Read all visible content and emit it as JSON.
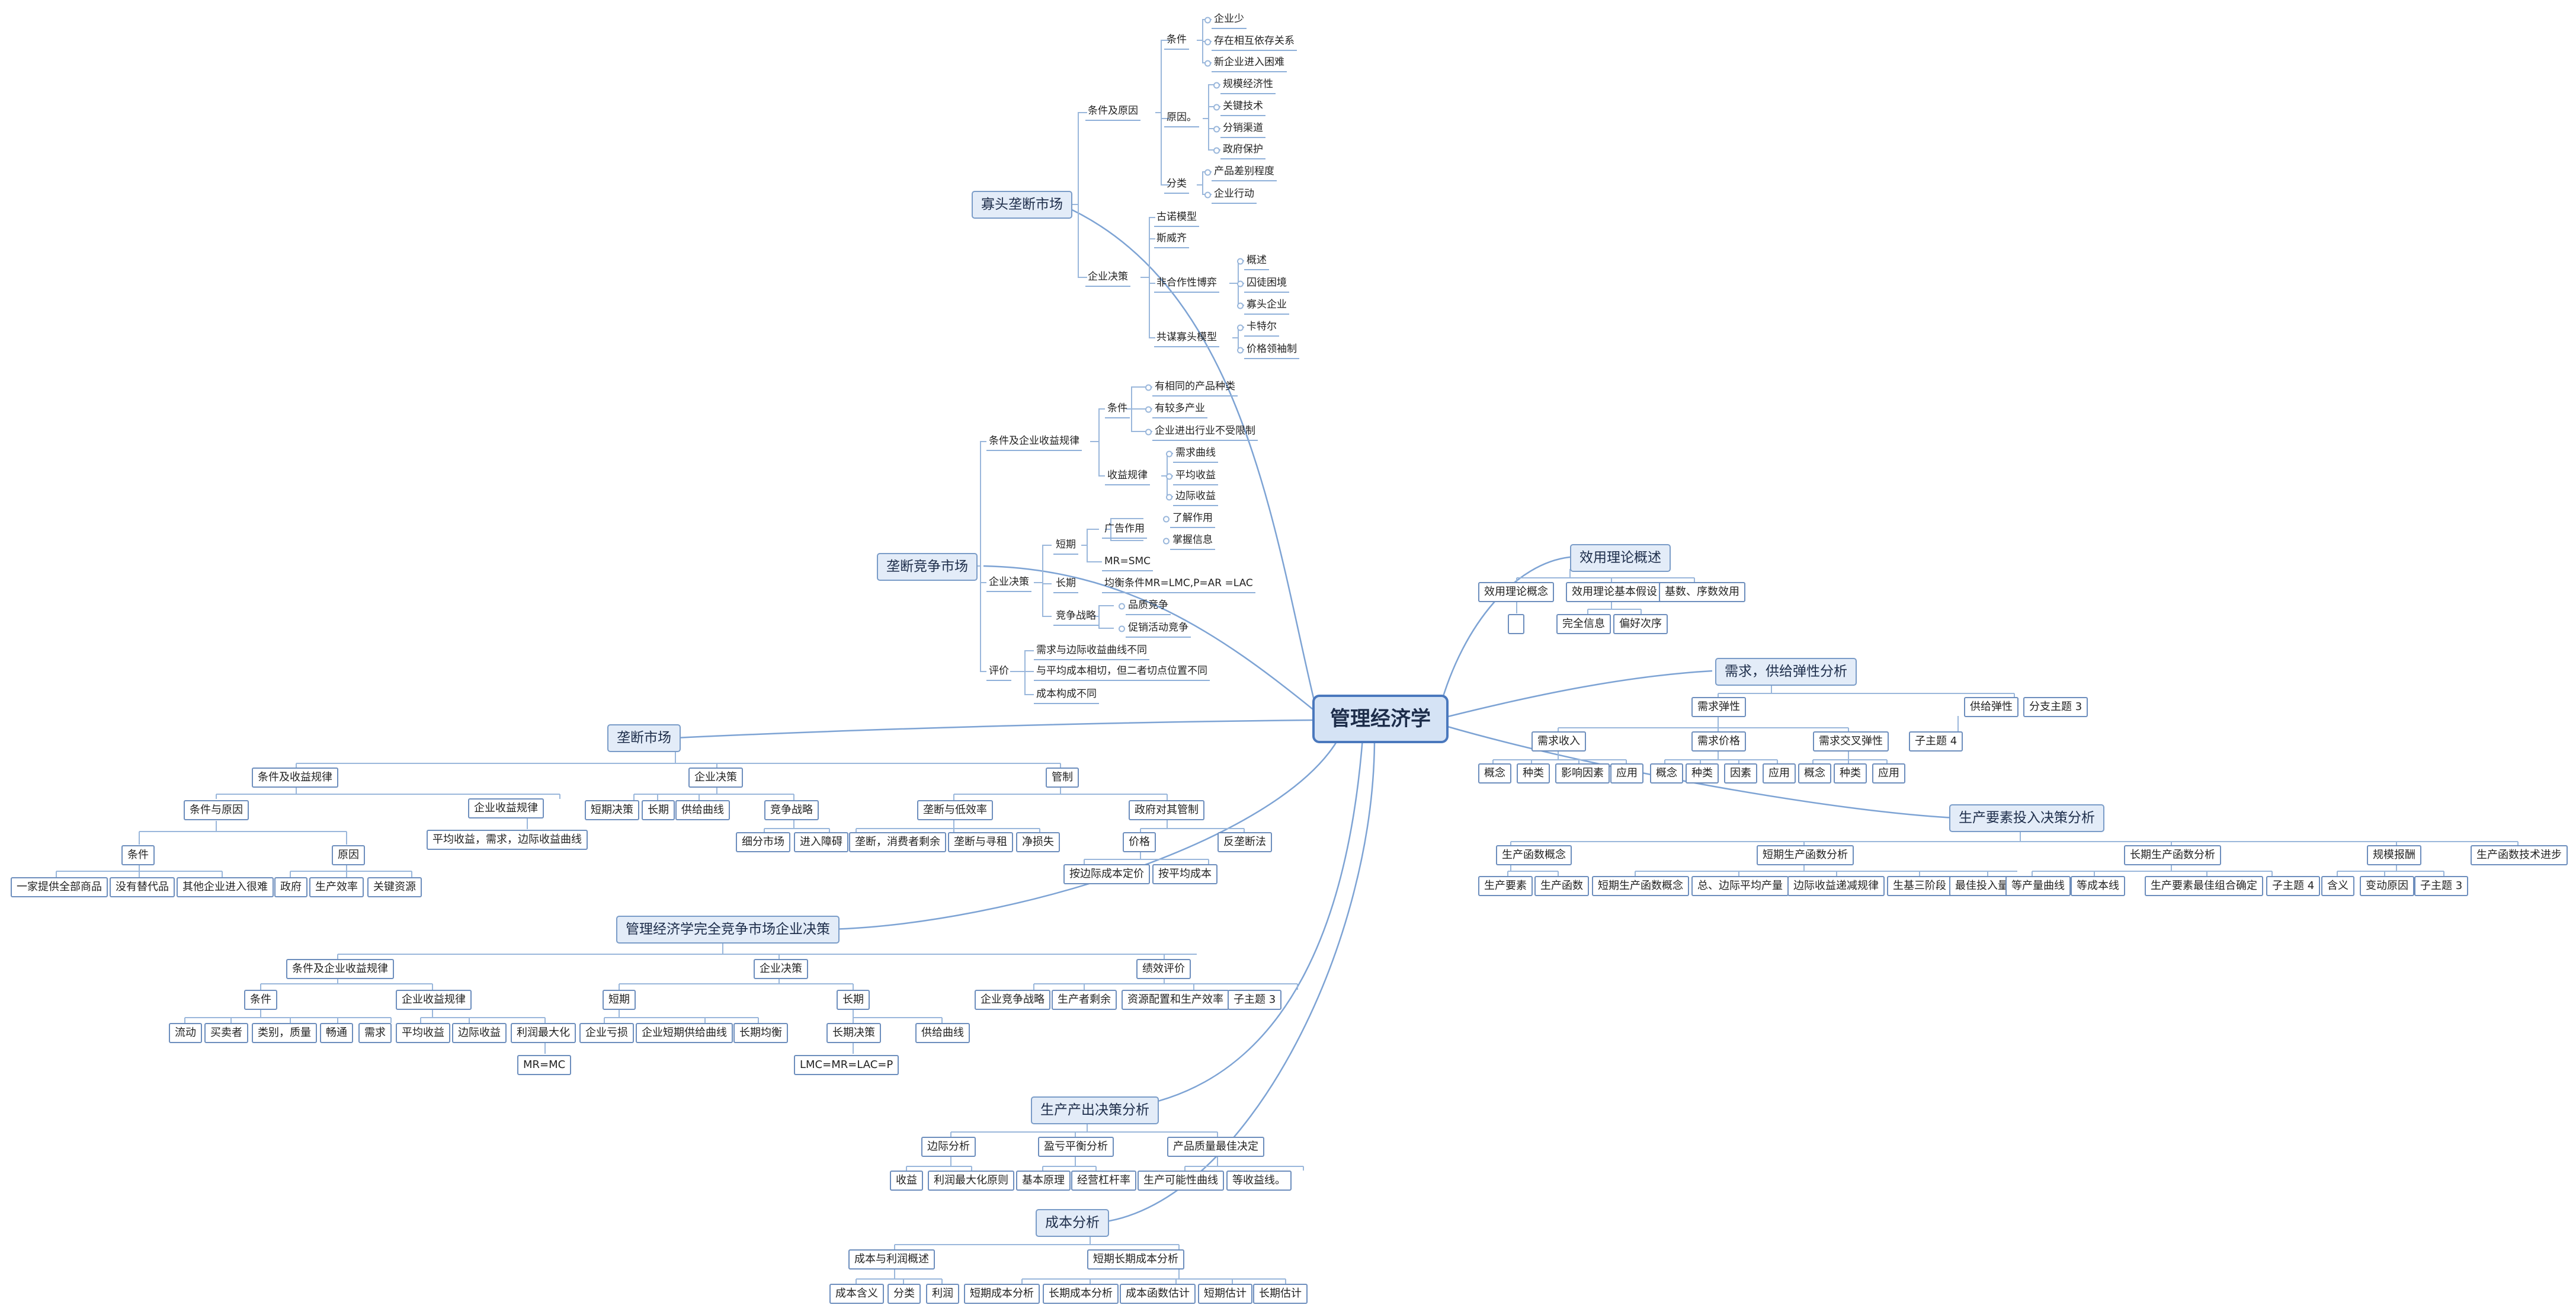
{
  "root": "管理经济学",
  "main": [
    "寡头垄断市场",
    "垄断竞争市场",
    "垄断市场",
    "管理经济学完全竞争市场企业决策",
    "生产产出决策分析",
    "成本分析",
    "效用理论概述",
    "需求，供给弹性分析",
    "生产要素投入决策分析"
  ],
  "olig": {
    "cond_reason": "条件及原因",
    "cond": "条件",
    "cond_items": [
      "企业少",
      "存在相互依存关系",
      "新企业进入困难"
    ],
    "reason": "原因。",
    "reason_items": [
      "规模经济性",
      "关键技术",
      "分销渠道",
      "政府保护"
    ],
    "classify": "分类",
    "classify_items": [
      "产品差别程度",
      "企业行动"
    ],
    "decision": "企业决策",
    "cournot": "古诺模型",
    "sweezy": "斯威齐",
    "noncoop": "非合作性博弈",
    "noncoop_items": [
      "概述",
      "囚徒困境",
      "寡头企业"
    ],
    "collusion": "共谋寡头模型",
    "collusion_items": [
      "卡特尔",
      "价格领袖制"
    ]
  },
  "monocomp": {
    "cond_rev": "条件及企业收益规律",
    "cond": "条件",
    "cond_items": [
      "有相同的产品种类",
      "有较多产业",
      "企业进出行业不受限制"
    ],
    "rev_rule": "收益规律",
    "rev_items": [
      "需求曲线",
      "平均收益",
      "边际收益"
    ],
    "decision": "企业决策",
    "short": "短期",
    "ad": "广告作用",
    "ad_items": [
      "了解作用",
      "掌握信息"
    ],
    "mr_smc": "MR=SMC",
    "long": "长期",
    "long_eq": "均衡条件MR=LMC,P=AR =LAC",
    "strategy": "竞争战略",
    "strategy_items": [
      "品质竞争",
      "促销活动竞争"
    ],
    "eval": "评价",
    "eval_items": [
      "需求与边际收益曲线不同",
      "与平均成本相切，但二者切点位置不同",
      "成本构成不同"
    ]
  },
  "mono": {
    "cond_rev": "条件及收益规律",
    "cond_reason": "条件与原因",
    "cond": "条件",
    "cond_items": [
      "一家提供全部商品",
      "没有替代品",
      "其他企业进入很难"
    ],
    "reason": "原因",
    "reason_items": [
      "政府",
      "生产效率",
      "关键资源"
    ],
    "rev_rule": "企业收益规律",
    "rev_items": [
      "平均收益，需求，边际收益曲线"
    ],
    "decision": "企业决策",
    "decision_items": [
      "短期决策",
      "长期",
      "供给曲线"
    ],
    "strategy": "竞争战略",
    "strategy_items": [
      "细分市场",
      "进入障碍"
    ],
    "efficiency": "垄断与低效率",
    "efficiency_items": [
      "垄断，消费者剩余",
      "垄断与寻租",
      "净损失"
    ],
    "regulate": "管制",
    "gov": "政府对其管制",
    "gov_items": [
      "价格",
      "反垄断法"
    ],
    "price_items": [
      "按边际成本定价",
      "按平均成本"
    ]
  },
  "perfect": {
    "cond_rev": "条件及企业收益规律",
    "cond": "条件",
    "cond_items": [
      "流动",
      "买卖者",
      "类别，质量",
      "畅通",
      "需求"
    ],
    "rev_rule": "企业收益规律",
    "rev_items": [
      "平均收益",
      "边际收益",
      "利润最大化"
    ],
    "mr_mc": "MR=MC",
    "decision": "企业决策",
    "short": "短期",
    "short_items": [
      "企业亏损",
      "企业短期供给曲线",
      "长期均衡"
    ],
    "long": "长期",
    "long_decision": "长期决策",
    "supply": "供给曲线",
    "lmc": "LMC=MR=LAC=P",
    "perf_eval": "绩效评价",
    "perf_items": [
      "企业竞争战略",
      "生产者剩余",
      "资源配置和生产效率",
      "子主题 3"
    ]
  },
  "prod": {
    "marginal": "边际分析",
    "marginal_items": [
      "收益",
      "利润最大化原则"
    ],
    "breakeven": "盈亏平衡分析",
    "breakeven_items": [
      "基本原理",
      "经营杠杆率"
    ],
    "optimal": "产品质量最佳决定",
    "optimal_items": [
      "生产可能性曲线",
      "等收益线。"
    ]
  },
  "cost": {
    "overview": "成本与利润概述",
    "overview_items": [
      "成本含义",
      "分类",
      "利润"
    ],
    "sl": "短期长期成本分析",
    "sl_items": [
      "短期成本分析",
      "长期成本分析",
      "成本函数估计",
      "短期估计",
      "长期估计"
    ]
  },
  "utility": {
    "concept": "效用理论概念",
    "basic": "效用理论基本假设",
    "basic_items": [
      "完全信息",
      "偏好次序"
    ],
    "cardinal": "基数、序数效用",
    "empty": ""
  },
  "demand": {
    "demand_elastic": "需求弹性",
    "supply_elastic": "供给弹性",
    "sub3": "分支主题 3",
    "income": "需求收入",
    "income_items": [
      "概念",
      "种类",
      "影响因素",
      "应用"
    ],
    "price": "需求价格",
    "price_items": [
      "概念",
      "种类",
      "因素",
      "应用"
    ],
    "cross": "需求交叉弹性",
    "cross_items": [
      "概念",
      "种类",
      "应用"
    ],
    "sub4": "子主题 4"
  },
  "factor": {
    "concept": "生产函数概念",
    "concept_items": [
      "生产要素",
      "生产函数"
    ],
    "short": "短期生产函数分析",
    "short_items": [
      "短期生产函数概念",
      "总、边际平均产量",
      "边际收益递减规律",
      "生基三阶段",
      "最佳投入量"
    ],
    "long": "长期生产函数分析",
    "long_items": [
      "等产量曲线",
      "等成本线",
      "生产要素最佳组合确定",
      "子主题 4"
    ],
    "scale": "规模报酬",
    "scale_items": [
      "含义",
      "变动原因",
      "子主题 3"
    ],
    "tech": "生产函数技术进步"
  }
}
